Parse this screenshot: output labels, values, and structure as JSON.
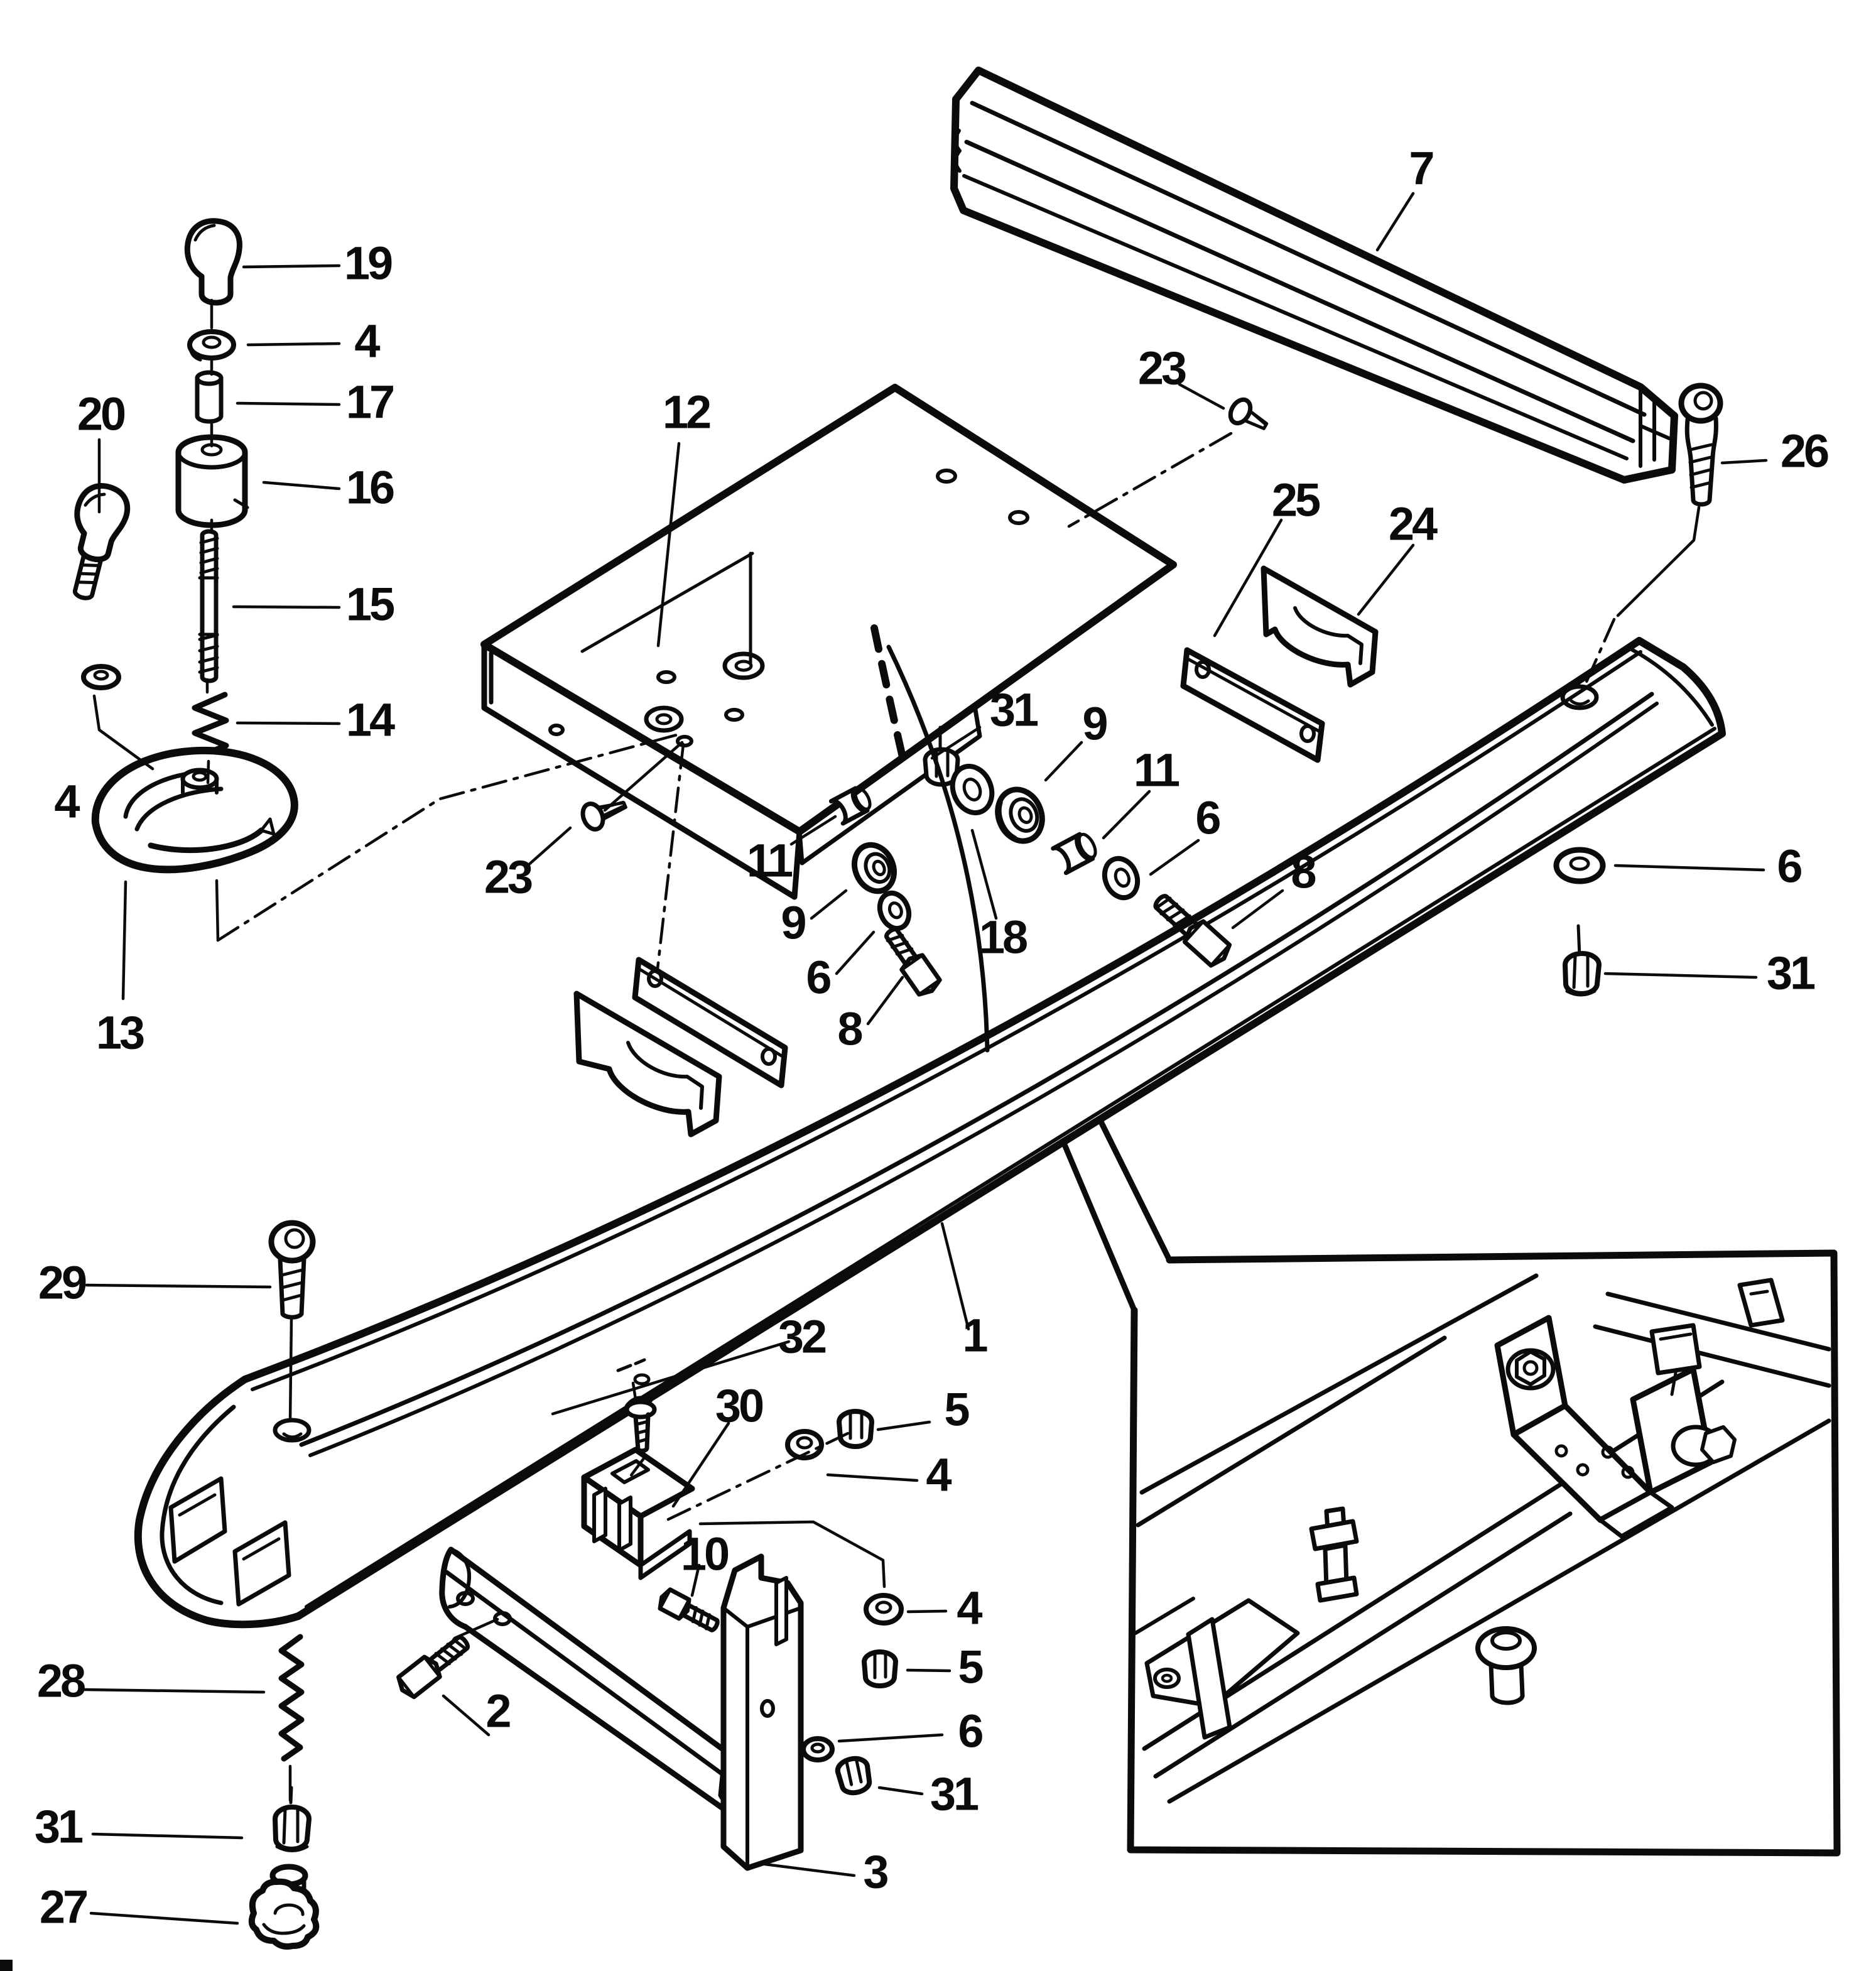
{
  "diagram": {
    "type": "exploded-parts-diagram",
    "ink_color": "#0b0b0b",
    "background_color": "#ffffff"
  },
  "callouts": {
    "c01": "19",
    "c02": "4",
    "c03": "17",
    "c04": "20",
    "c05": "16",
    "c06": "15",
    "c07": "14",
    "c08": "4",
    "c09": "13",
    "c10": "12",
    "c11": "23",
    "c12": "23",
    "c13": "7",
    "c14": "26",
    "c15": "25",
    "c16": "24",
    "c17": "31",
    "c18": "9",
    "c19": "11",
    "c20": "6",
    "c21": "8",
    "c22": "18",
    "c23": "11",
    "c24": "9",
    "c25": "6",
    "c26": "8",
    "c27": "6",
    "c28": "31",
    "c29": "29",
    "c30": "28",
    "c31": "31",
    "c32": "27",
    "c33": "2",
    "c34": "32",
    "c35": "30",
    "c36": "1",
    "c37": "10",
    "c38": "5",
    "c39": "4",
    "c40": "4",
    "c41": "5",
    "c42": "6",
    "c43": "31",
    "c44": "3"
  }
}
